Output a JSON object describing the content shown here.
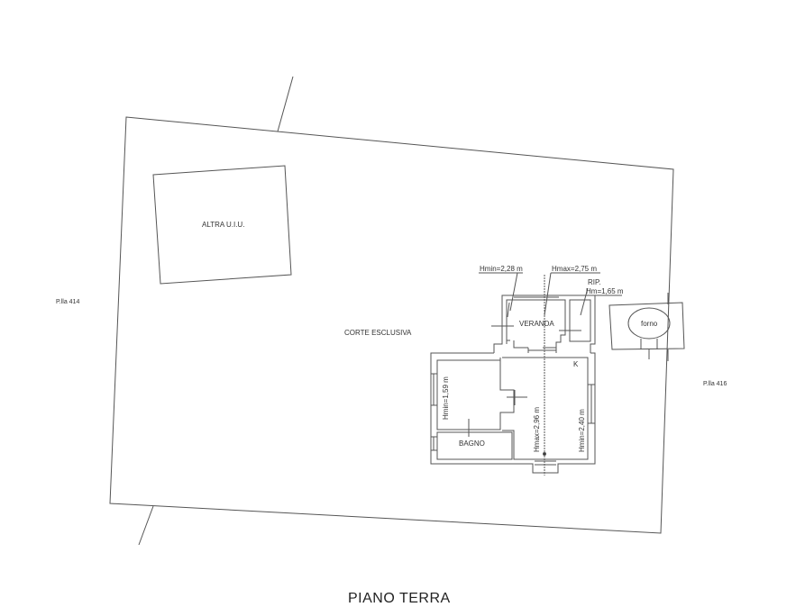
{
  "drawing": {
    "title": "PIANO TERRA",
    "labels": {
      "neighbor_unit": "ALTRA U.I.U.",
      "courtyard": "CORTE ESCLUSIVA",
      "parcel_left": "P.lla 414",
      "parcel_right": "P.lla 416",
      "veranda": "VERANDA",
      "storage": "RIP.",
      "storage_height": "Hm=1,65 m",
      "veranda_hmin": "Hmin=2,28 m",
      "veranda_hmax": "Hmax=2,75 m",
      "kitchen": "K",
      "bathroom": "BAGNO",
      "room_hmin": "Hmin=1,59 m",
      "kitchen_hmax": "Hmax=2,96 m",
      "kitchen_hmin": "Hmin=2,40 m",
      "oven": "forno"
    },
    "colors": {
      "line": "#555555",
      "text": "#333333",
      "background": "#ffffff"
    }
  }
}
